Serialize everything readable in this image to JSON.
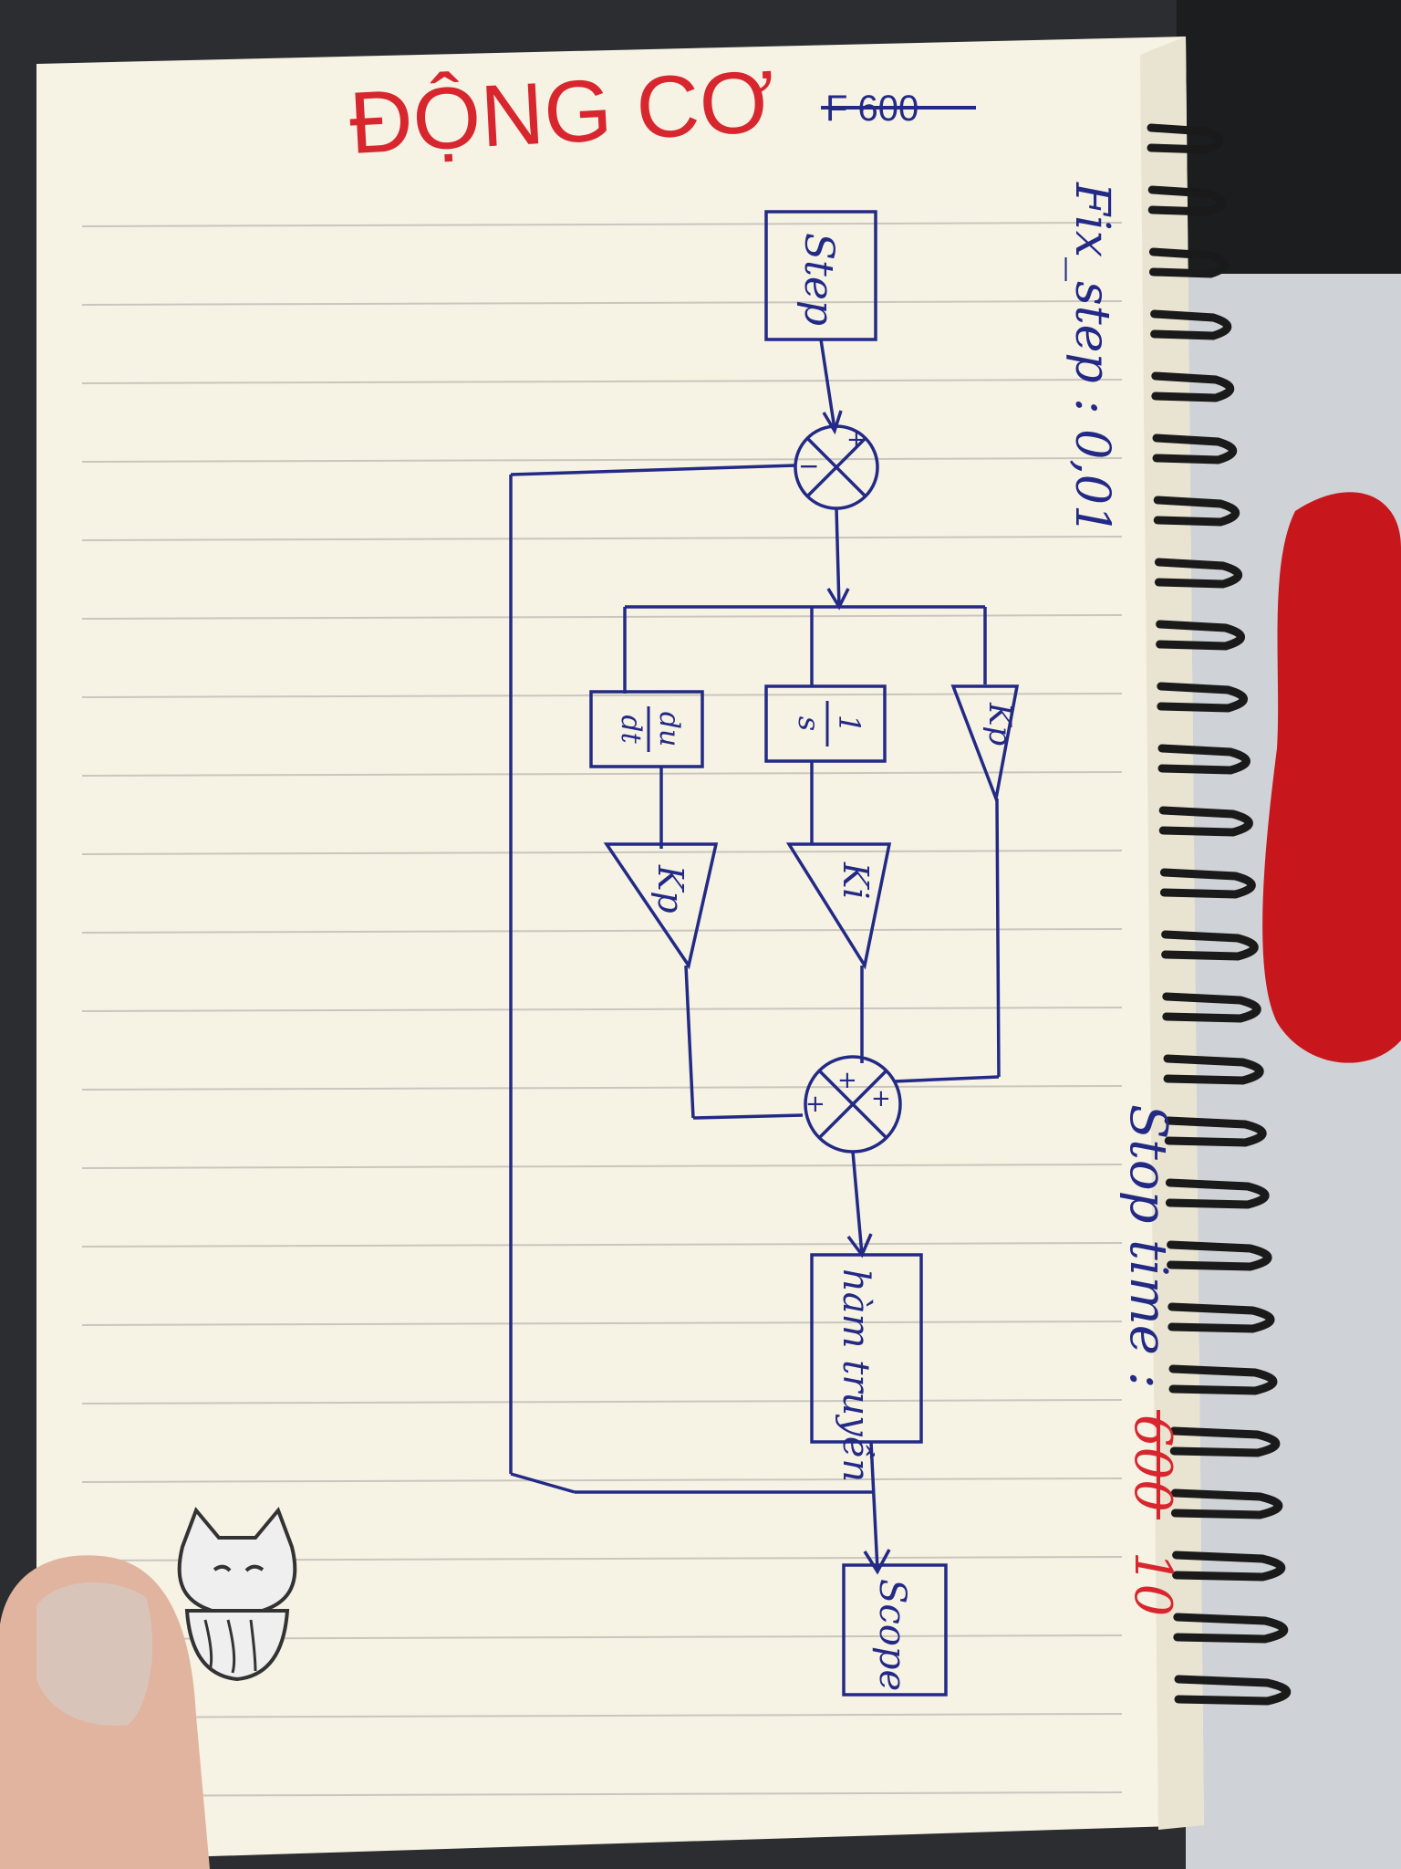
{
  "page": {
    "title": "ĐỘNG CƠ",
    "struck_note": "F 600",
    "fixed_step": "Fix_step : 0,01",
    "stop_time_label": "Stop time :",
    "stop_time_struck": "600",
    "stop_time_value": "10"
  },
  "diagram": {
    "step_block": "Step",
    "sum1_signs": {
      "top": "+",
      "left": "−"
    },
    "derivative_block": {
      "num": "du",
      "den": "dt"
    },
    "integrator_block": {
      "num": "1",
      "den": "s"
    },
    "gain_p": "Kp",
    "gain_i": "Ki",
    "gain_d": "Kp",
    "sum2_signs": {
      "a": "+",
      "b": "+",
      "c": "+"
    },
    "plant_block": "hàm truyền",
    "scope_block": "Scope"
  },
  "colors": {
    "ink": "#232a86",
    "red_pen": "#d8262e",
    "paper": "#f6f2e4",
    "rule_line": "#c9c6bd"
  }
}
